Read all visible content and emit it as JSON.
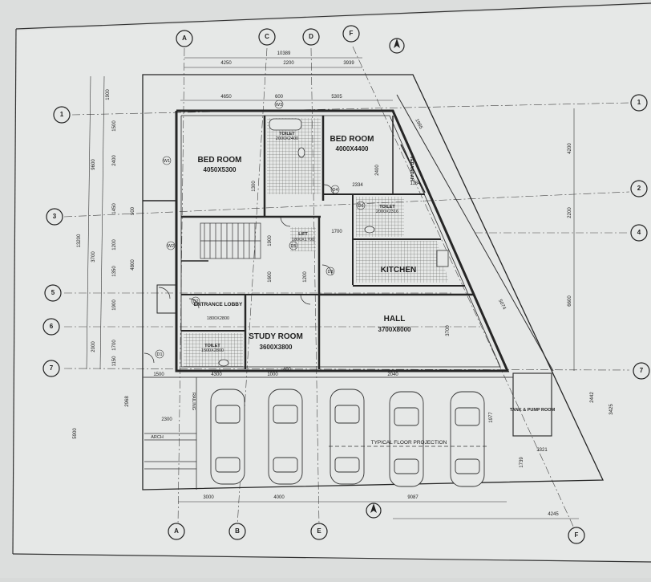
{
  "gridlines": {
    "top": [
      "A",
      "C",
      "D",
      "F"
    ],
    "bottom": [
      "A",
      "B",
      "E",
      "F"
    ],
    "left": [
      "1",
      "3",
      "5",
      "6",
      "7"
    ],
    "right": [
      "1",
      "2",
      "4",
      "7"
    ]
  },
  "rooms": {
    "bedroom1": {
      "name": "BED ROOM",
      "size": "4050X5300"
    },
    "bedroom2": {
      "name": "BED ROOM",
      "size": "4000X4400"
    },
    "toilet1": {
      "name": "TOILET",
      "size": "2000X2400"
    },
    "toilet2": {
      "name": "TOILET",
      "size": "2000X2316"
    },
    "toilet3": {
      "name": "TOILET",
      "size": "1500X2800"
    },
    "lift": {
      "name": "LIFT",
      "size": "1800X1700"
    },
    "kitchen": {
      "name": "KITCHEN"
    },
    "entrance": {
      "name": "ENTRANCE LOBBY",
      "size": "1800X2800"
    },
    "study": {
      "name": "STUDY ROOM",
      "size": "3600X3800"
    },
    "hall": {
      "name": "HALL",
      "size": "3700X8000"
    },
    "verandah": {
      "name": "VERANDAH"
    },
    "tank": {
      "name": "TANK & PUMP ROOM"
    }
  },
  "labels": {
    "projection": "TYPICAL FLOOR PROJECTION",
    "arch": "ARCH",
    "railing": "RAILING"
  },
  "tags": {
    "w1": "W1",
    "w2": "W2",
    "w3": "W3",
    "d1": "D1",
    "d2": "D2",
    "d3": "D3",
    "d4": "D4",
    "d5": "D5",
    "d6": "D6"
  },
  "dims": {
    "top_total": "10389",
    "top_a": "4250",
    "top_b": "2200",
    "top_c": "3939",
    "top2_a": "4650",
    "top2_b": "600",
    "top2_c": "5305",
    "left_total": "13200",
    "left_1": "1900",
    "left_2": "1500",
    "left_3": "2400",
    "left_4": "1450",
    "left_5": "1200",
    "left_6": "1350",
    "left_7": "1900",
    "left_8": "1700",
    "left_9": "1150",
    "left_o1": "9600",
    "left_o2": "3700",
    "left_o3": "2000",
    "right_a": "4200",
    "right_b": "2200",
    "right_c": "6600",
    "bot_a": "3000",
    "bot_b": "4000",
    "bot_c": "9087",
    "bot_d": "4245",
    "mid_a": "1500",
    "mid_b": "4300",
    "mid_c": "1000",
    "mid_d": "400",
    "mid_e": "2040",
    "park_a": "2968",
    "park_b": "2300",
    "park_c": "1977",
    "park_d": "3321",
    "park_e": "1739",
    "park_f": "2442",
    "park_g": "3425",
    "park_h": "5900",
    "diag_a": "1985",
    "diag_b": "5074",
    "inner_a": "1700",
    "inner_b": "1900",
    "inner_c": "1600",
    "inner_d": "1200",
    "inner_e": "2334",
    "inner_f": "1184",
    "inner_g": "1300",
    "inner_h": "2400",
    "inner_i": "3700",
    "inner_j": "4800",
    "inner_k": "900"
  }
}
